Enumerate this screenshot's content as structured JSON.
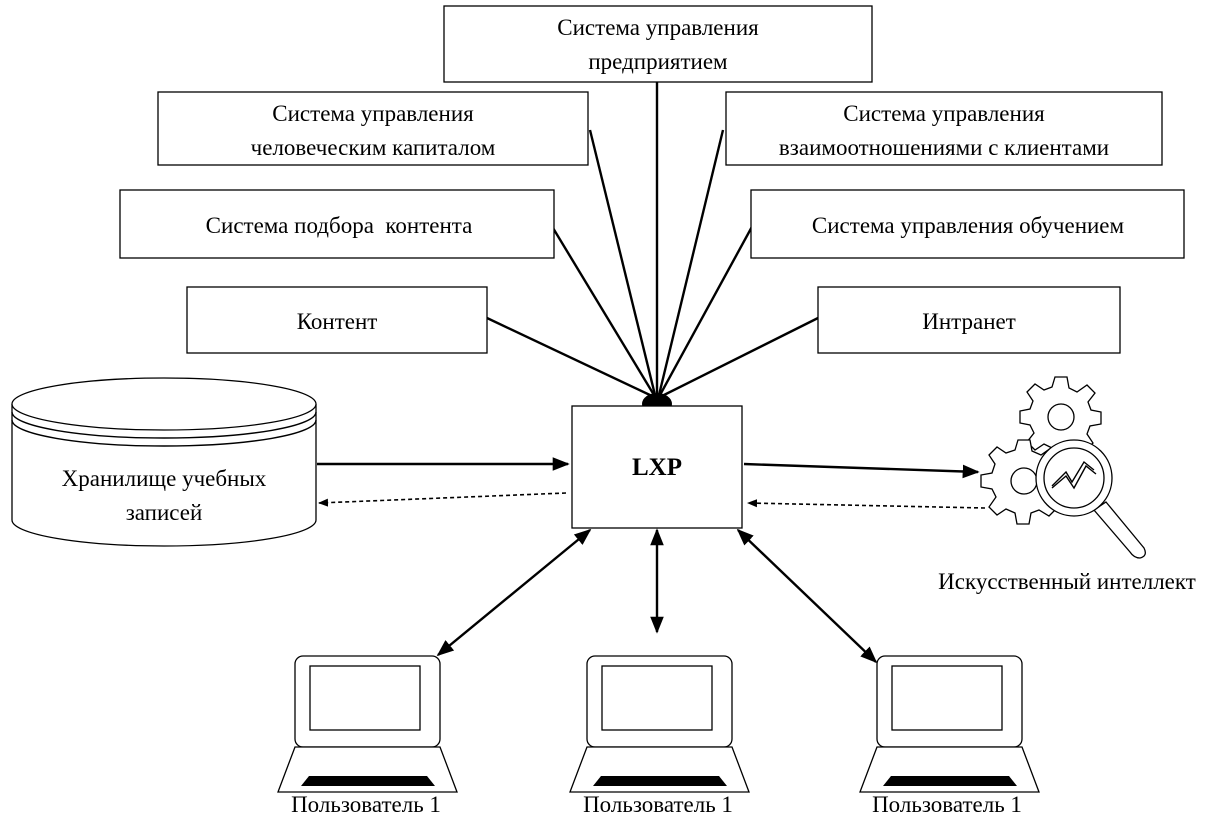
{
  "center": {
    "label": "LXP"
  },
  "systems": {
    "enterprise": [
      "Система управления",
      "предприятием"
    ],
    "human_capital": [
      "Система управления",
      "человеческим капиталом"
    ],
    "crm": [
      "Система управления",
      "взаимоотношениями с клиентами"
    ],
    "content_selection": "Система подбора  контента",
    "lms": "Система управления обучением",
    "content": "Контент",
    "intranet": "Интранет"
  },
  "storage": {
    "label": [
      "Хранилище учебных",
      "записей"
    ]
  },
  "ai": {
    "label": "Искусственный интеллект"
  },
  "users": [
    {
      "label": "Пользователь 1"
    },
    {
      "label": "Пользователь 1"
    },
    {
      "label": "Пользователь 1"
    }
  ]
}
